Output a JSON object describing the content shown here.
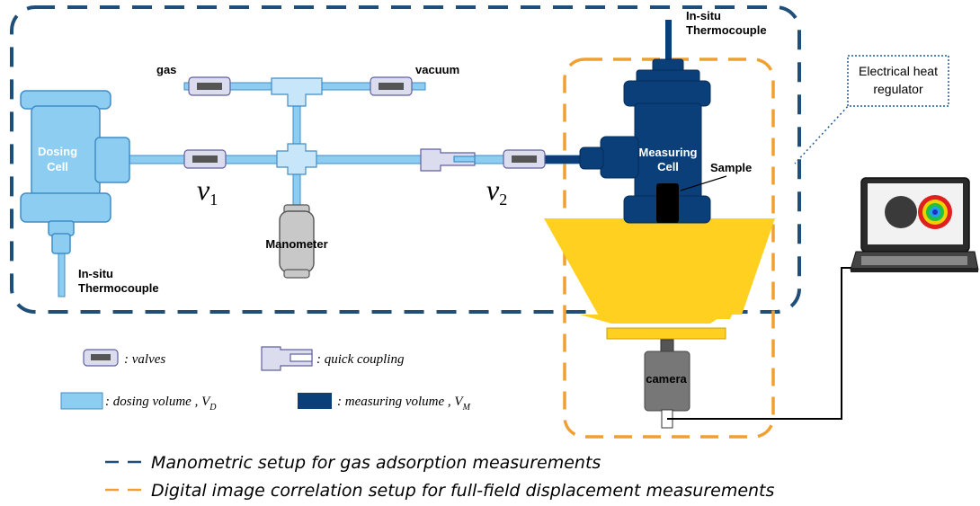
{
  "colors": {
    "dosing": "#8ecdf2",
    "dosing_stroke": "#3f8dc7",
    "measuring": "#0a3f7a",
    "manometric_dash": "#1f4e79",
    "dic_dash": "#f0a030",
    "light": "#ffd020",
    "valve_fill": "#dcdcef",
    "coupling_fill": "#dcdcef",
    "gray": "#c8c8c8"
  },
  "labels": {
    "gas": "gas",
    "vacuum": "vacuum",
    "dosing_cell_1": "Dosing",
    "dosing_cell_2": "Cell",
    "manometer": "Manometer",
    "measuring_cell_1": "Measuring",
    "measuring_cell_2": "Cell",
    "sample": "Sample",
    "thermo_top_1": "In-situ",
    "thermo_top_2": "Thermocouple",
    "thermo_bottom_1": "In-situ",
    "thermo_bottom_2": "Thermocouple",
    "camera": "camera",
    "heat_regulator_1": "Electrical heat",
    "heat_regulator_2": "regulator",
    "v1_letter": "v",
    "v1_sub": "1",
    "v2_letter": "v",
    "v2_sub": "2"
  },
  "legend": {
    "valves": ": valves",
    "quick_coupling": ": quick coupling",
    "dosing_volume": ": dosing volume , V",
    "dosing_sub": "D",
    "measuring_volume": ": measuring volume , V",
    "measuring_sub": "M",
    "manometric": "Manometric setup for gas adsorption measurements",
    "dic": "Digital image correlation setup for full-field displacement measurements"
  },
  "icons": [
    "valve-icon",
    "quick-coupling-icon",
    "laptop-icon",
    "camera-icon"
  ]
}
